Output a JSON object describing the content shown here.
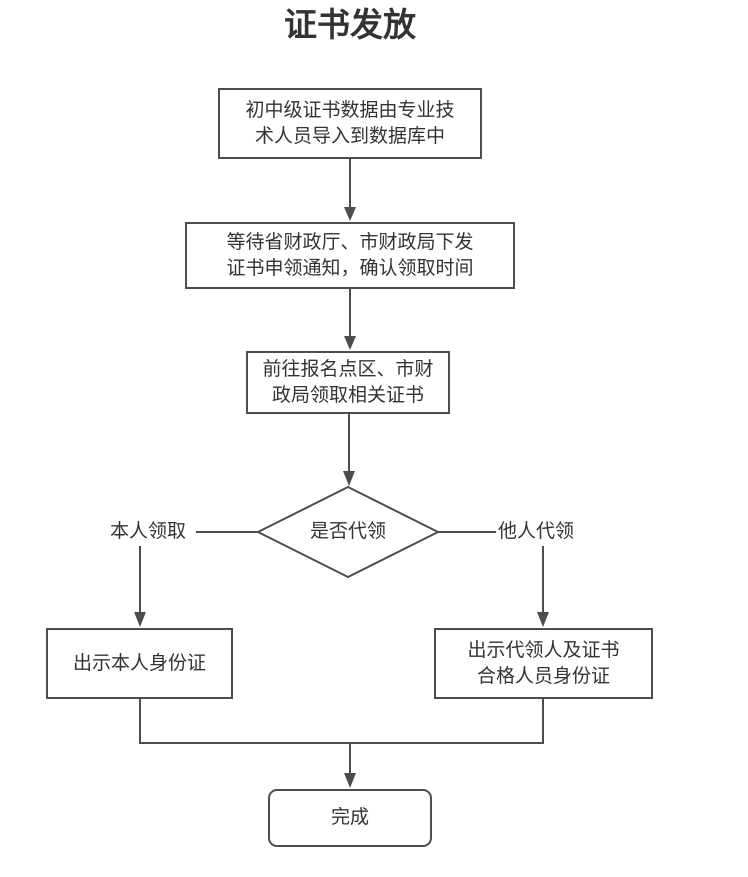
{
  "title": "证书发放",
  "nodes": {
    "step1": "初中级证书数据由专业技\n术人员导入到数据库中",
    "step2": "等待省财政厅、市财政局下发\n证书申领通知，确认领取时间",
    "step3": "前往报名点区、市财\n政局领取相关证书",
    "decision": "是否代领",
    "step_left": "出示本人身份证",
    "step_right": "出示代领人及证书\n合格人员身份证",
    "end": "完成"
  },
  "edge_labels": {
    "left": "本人领取",
    "right": "他人代领"
  },
  "colors": {
    "line": "#4d4d4d",
    "text": "#333333",
    "background": "#ffffff"
  }
}
